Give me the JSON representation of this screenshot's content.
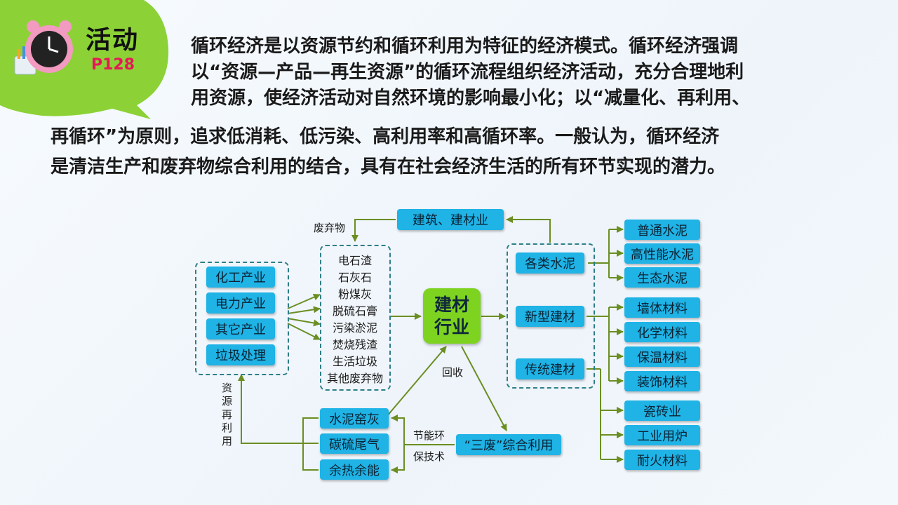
{
  "badge": {
    "title": "活动",
    "page": "P128"
  },
  "paragraph": [
    "循环经济是以资源节约和循环利用为特征的经济模式。循环经济强调",
    "以“资源—产品—再生资源”的循环流程组织经济活动，充分合理地利",
    "用资源，使经济活动对自然环境的影响最小化；以“减量化、再利用、",
    "再循环”为原则，追求低消耗、低污染、高利用率和高循环率。一般认为，循环经济",
    "是清洁生产和废弃物综合利用的结合，具有在社会经济生活的所有环节实现的潜力。"
  ],
  "diagram": {
    "industries": [
      "化工产业",
      "电力产业",
      "其它产业",
      "垃圾处理"
    ],
    "waste_title": "废弃物",
    "wastes": [
      "电石渣",
      "石灰石",
      "粉煤灰",
      "脱硫石膏",
      "污染淤泥",
      "焚烧残渣",
      "生活垃圾",
      "其他废弃物"
    ],
    "center": [
      "建材",
      "行业"
    ],
    "construction": "建筑、建材业",
    "products": [
      "各类水泥",
      "新型建材",
      "传统建材"
    ],
    "cement_types": [
      "普通水泥",
      "高性能水泥",
      "生态水泥"
    ],
    "new_materials": [
      "墙体材料",
      "化学材料",
      "保温材料",
      "装饰材料"
    ],
    "traditional": [
      "瓷砖业",
      "工业用炉",
      "耐火材料"
    ],
    "recycle_label": "回收",
    "three_waste": "“三废”综合利用",
    "tech_label": [
      "节能环",
      "保技术"
    ],
    "byproducts": [
      "水泥窑灰",
      "碳硫尾气",
      "余热余能"
    ],
    "reuse_label": [
      "资",
      "源",
      "再",
      "利",
      "用"
    ]
  },
  "colors": {
    "box": "#1fb3e6",
    "center": "#7ed321",
    "arrow": "#6b8e23",
    "dashed": "#2e7f89",
    "badge": "#8cd236"
  }
}
